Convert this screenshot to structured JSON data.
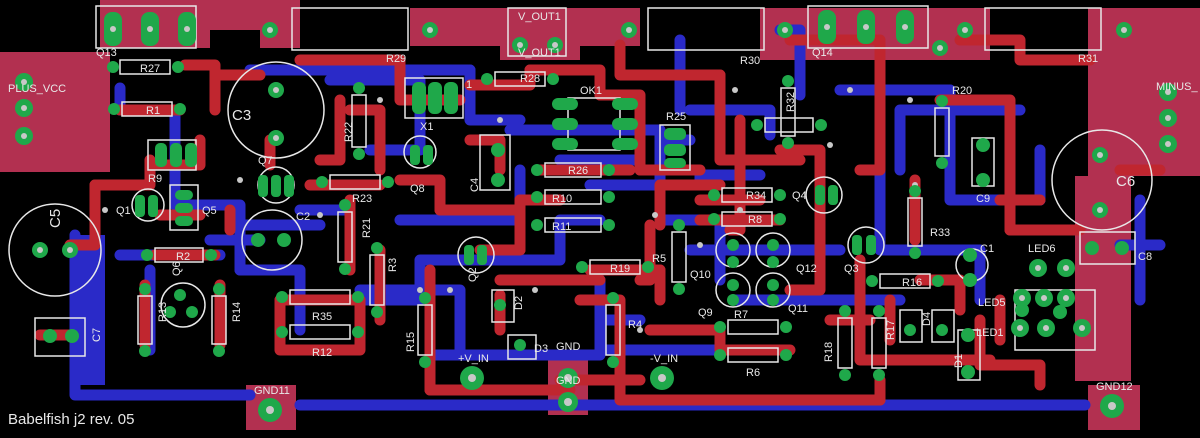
{
  "board": {
    "title": "Babelfish j2 rev. 05",
    "colors": {
      "background": "#000000",
      "top_copper": "#c0262f",
      "bottom_copper": "#2a2ac8",
      "pad": "#1fa84a",
      "silkscreen": "#e8e8e8",
      "pad_hole": "#c8c8c8",
      "pour": "#b23050"
    }
  },
  "labels": {
    "q13": "Q13",
    "r27": "R27",
    "r1": "R1",
    "plus_vcc": "PLUS_VCC",
    "c3": "C3",
    "r29": "R29",
    "v_out1": "V_OUT1",
    "v_out1b": "V_OUT1",
    "r28": "R28",
    "x1": "X1",
    "r22": "R22",
    "q7": "Q7",
    "r9": "R9",
    "q1": "Q1",
    "q5": "Q5",
    "c5": "C5",
    "r23": "R23",
    "c2": "C2",
    "r2": "R2",
    "q6": "Q6",
    "r13": "R13",
    "r14": "R14",
    "c7": "C7",
    "r35": "R35",
    "r12": "R12",
    "r21": "R21",
    "r3": "R3",
    "r15": "R15",
    "q8": "Q8",
    "c4": "C4",
    "ok1": "OK1",
    "r26": "R26",
    "r10": "R10",
    "r11": "R11",
    "q2": "Q2",
    "d2": "D2",
    "d3": "D3",
    "v_in_plus": "+V_IN",
    "gnd_a": "GND",
    "gnd_b": "GND",
    "v_in_minus": "-V_IN",
    "r19": "R19",
    "r4": "R4",
    "r25": "R25",
    "r30": "R30",
    "q14": "Q14",
    "r32": "R32",
    "r34": "R34",
    "r8": "R8",
    "q4": "Q4",
    "r5": "R5",
    "q10": "Q10",
    "q12": "Q12",
    "q9": "Q9",
    "q11": "Q11",
    "r7": "R7",
    "r6": "R6",
    "q3": "Q3",
    "r33": "R33",
    "r16": "R16",
    "r17": "R17",
    "r18": "R18",
    "d4": "D4",
    "r20": "R20",
    "r31": "R31",
    "minus": "MINUS_",
    "c6": "C6",
    "c9": "C9",
    "c1": "C1",
    "c8": "C8",
    "led6": "LED6",
    "led5": "LED5",
    "led1": "LED1",
    "d1": "D1",
    "gnd11": "GND11",
    "gnd12": "GND12",
    "pin1": "1"
  }
}
